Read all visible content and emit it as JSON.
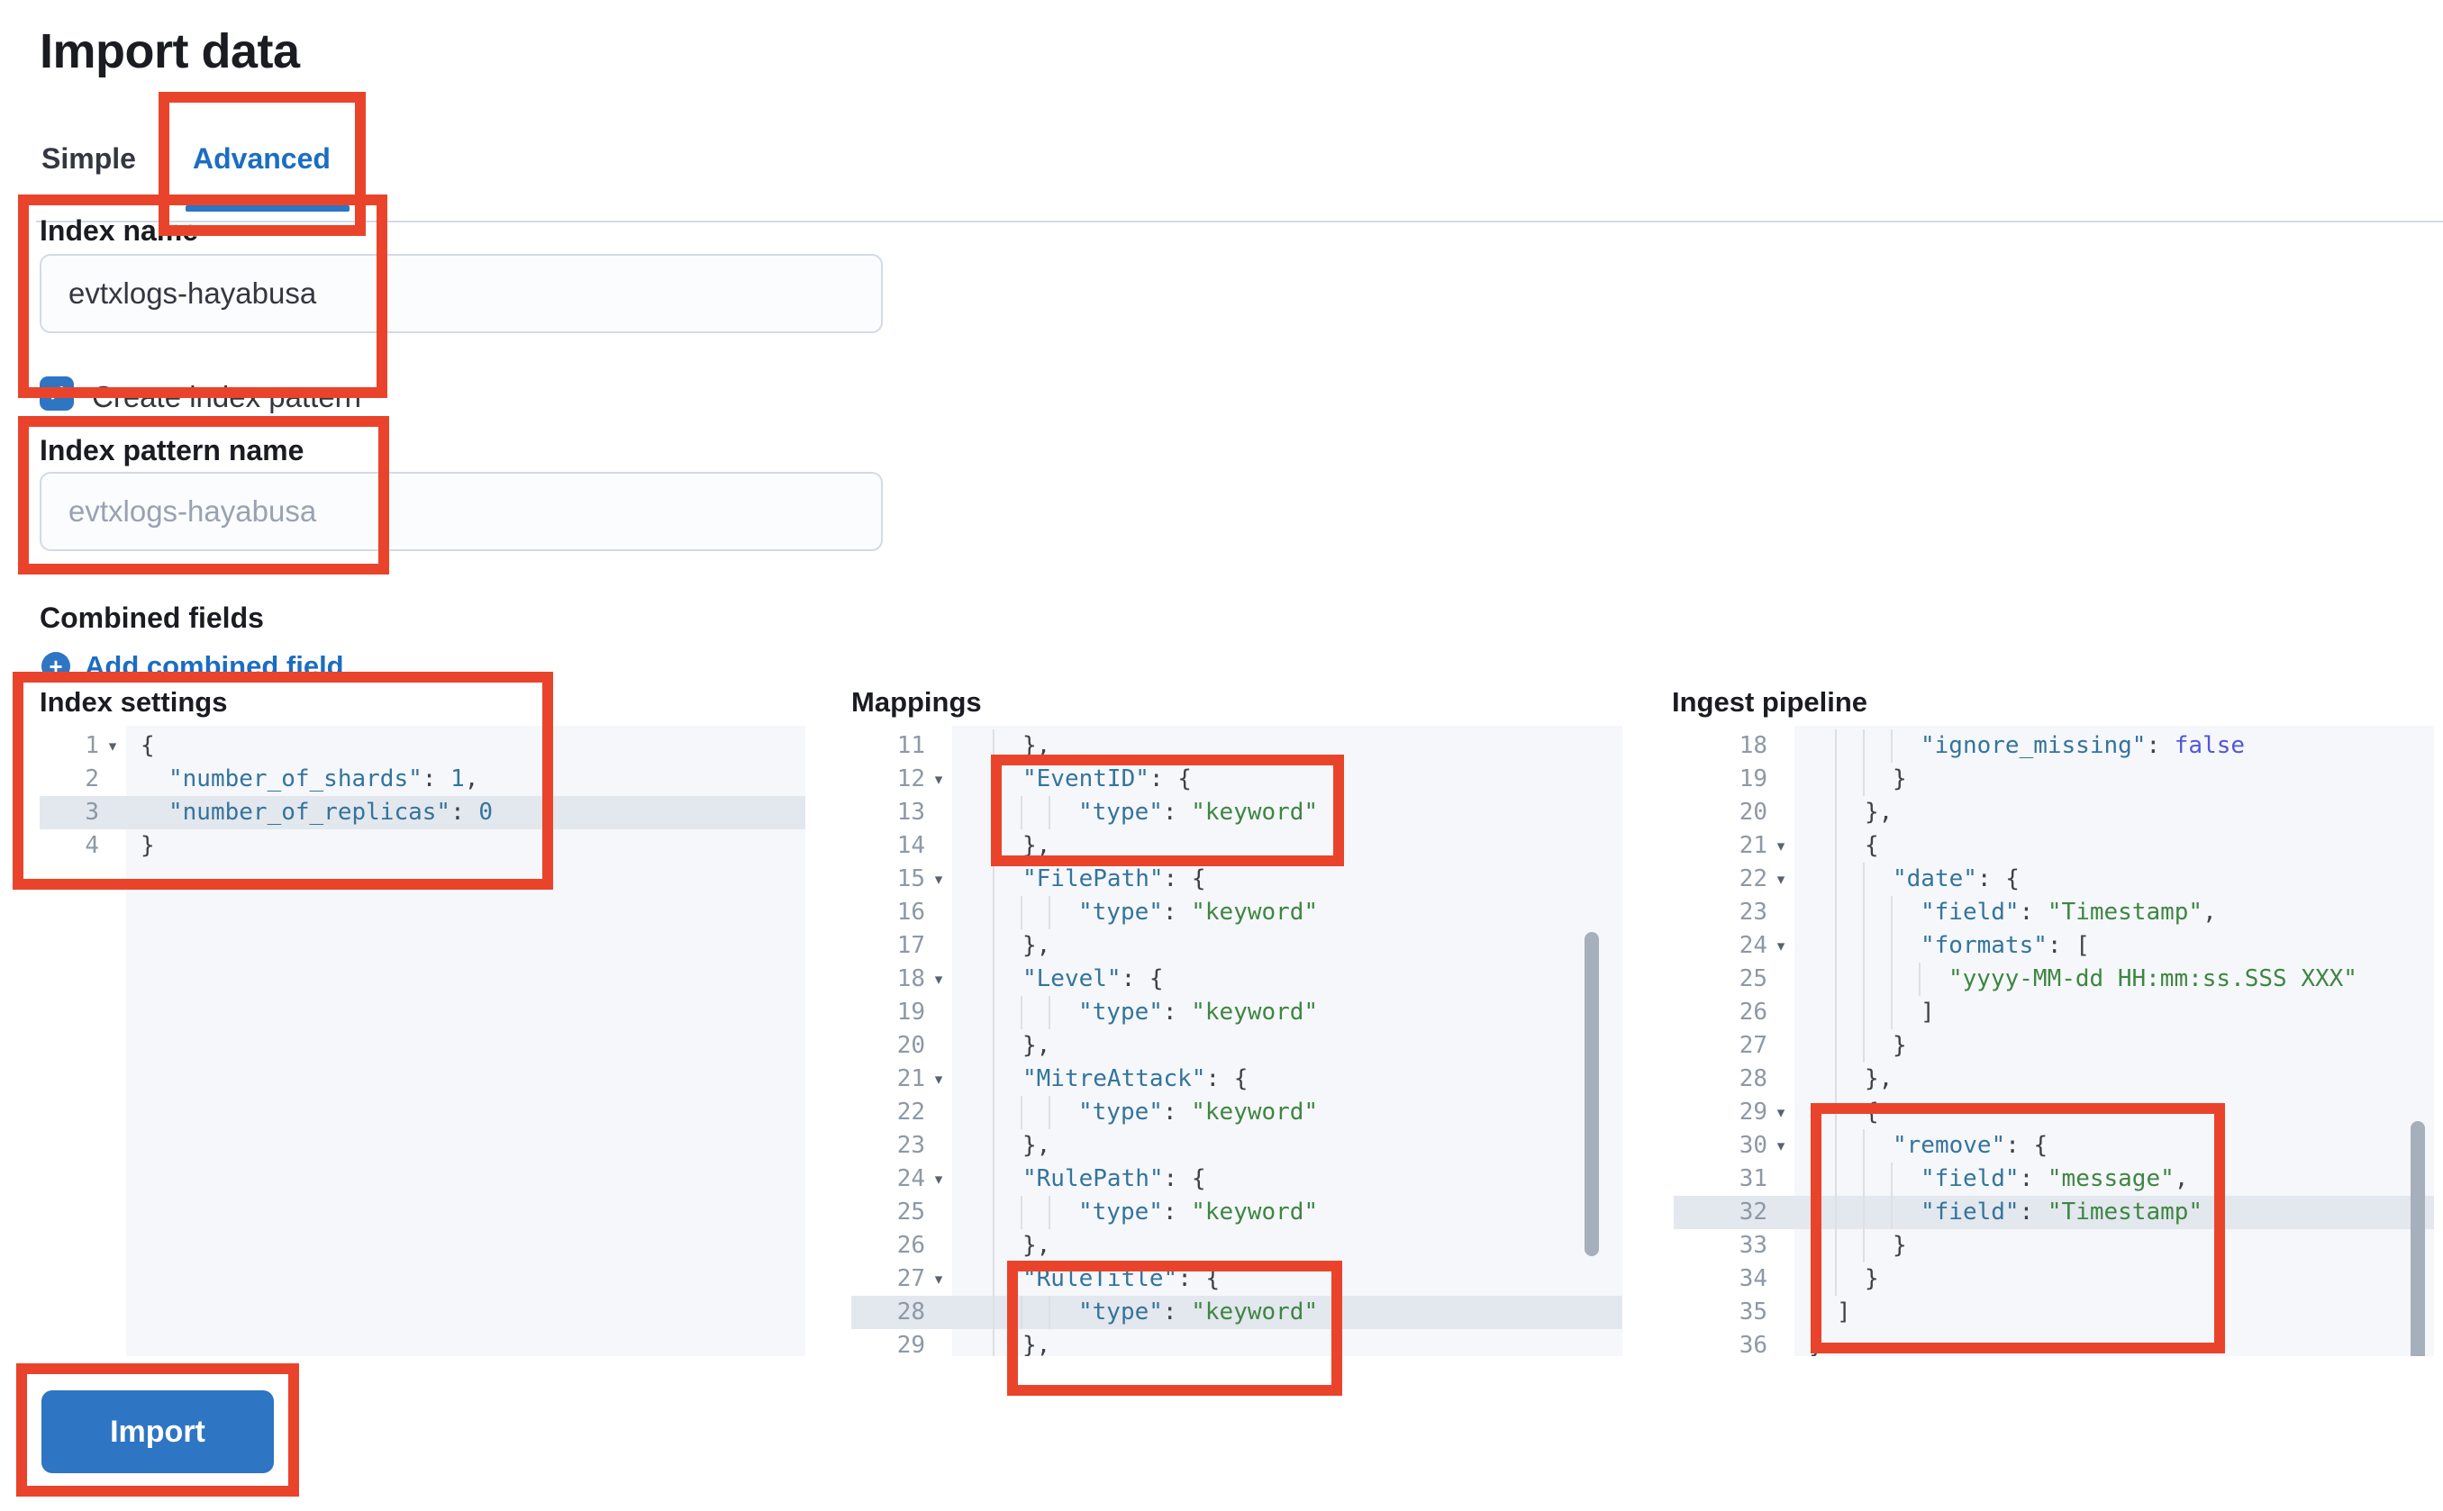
{
  "page": {
    "title": "Import data"
  },
  "tabs": {
    "simple": "Simple",
    "advanced": "Advanced"
  },
  "form": {
    "index_name": {
      "label": "Index name",
      "value": "evtxlogs-hayabusa"
    },
    "create_index_pattern": {
      "label": "Create index pattern",
      "checked": true
    },
    "index_pattern_name": {
      "label": "Index pattern name",
      "placeholder": "evtxlogs-hayabusa"
    },
    "combined_fields": {
      "label": "Combined fields",
      "add_link": "Add combined field"
    }
  },
  "icons": {
    "check": "✓",
    "plus": "+",
    "fold": "▾"
  },
  "import_button": {
    "label": "Import"
  },
  "colors": {
    "annotation_red": "#e9442b",
    "accent_blue": "#2e75c3",
    "link_blue": "#1c6dc2",
    "editor_bg": "#f5f7fa",
    "row_highlight": "#e3e7ee",
    "json_key": "#34749c",
    "json_string": "#3f8642",
    "json_bool": "#5257d9"
  },
  "editors": {
    "index_settings": {
      "label": "Index settings",
      "lines": [
        {
          "n": 1,
          "f": true,
          "i": 0,
          "tk": [
            [
              "{",
              "p"
            ]
          ]
        },
        {
          "n": 2,
          "i": 1,
          "tk": [
            [
              "\"number_of_shards\"",
              "k"
            ],
            [
              ": ",
              "p"
            ],
            [
              "1",
              "n"
            ],
            [
              ",",
              "p"
            ]
          ]
        },
        {
          "n": 3,
          "i": 1,
          "h": true,
          "tk": [
            [
              "\"number_of_replicas\"",
              "k"
            ],
            [
              ": ",
              "p"
            ],
            [
              "0",
              "n"
            ]
          ]
        },
        {
          "n": 4,
          "i": 0,
          "tk": [
            [
              "}",
              "p"
            ]
          ]
        }
      ]
    },
    "mappings": {
      "label": "Mappings",
      "lines": [
        {
          "n": 11,
          "i": 2,
          "tk": [
            [
              "},",
              "p"
            ]
          ]
        },
        {
          "n": 12,
          "f": true,
          "i": 2,
          "tk": [
            [
              "\"EventID\"",
              "k"
            ],
            [
              ": {",
              "p"
            ]
          ]
        },
        {
          "n": 13,
          "i": 4,
          "tk": [
            [
              "\"type\"",
              "k"
            ],
            [
              ": ",
              "p"
            ],
            [
              "\"keyword\"",
              "s"
            ]
          ]
        },
        {
          "n": 14,
          "i": 2,
          "tk": [
            [
              "},",
              "p"
            ]
          ]
        },
        {
          "n": 15,
          "f": true,
          "i": 2,
          "tk": [
            [
              "\"FilePath\"",
              "k"
            ],
            [
              ": {",
              "p"
            ]
          ]
        },
        {
          "n": 16,
          "i": 4,
          "tk": [
            [
              "\"type\"",
              "k"
            ],
            [
              ": ",
              "p"
            ],
            [
              "\"keyword\"",
              "s"
            ]
          ]
        },
        {
          "n": 17,
          "i": 2,
          "tk": [
            [
              "},",
              "p"
            ]
          ]
        },
        {
          "n": 18,
          "f": true,
          "i": 2,
          "tk": [
            [
              "\"Level\"",
              "k"
            ],
            [
              ": {",
              "p"
            ]
          ]
        },
        {
          "n": 19,
          "i": 4,
          "tk": [
            [
              "\"type\"",
              "k"
            ],
            [
              ": ",
              "p"
            ],
            [
              "\"keyword\"",
              "s"
            ]
          ]
        },
        {
          "n": 20,
          "i": 2,
          "tk": [
            [
              "},",
              "p"
            ]
          ]
        },
        {
          "n": 21,
          "f": true,
          "i": 2,
          "tk": [
            [
              "\"MitreAttack\"",
              "k"
            ],
            [
              ": {",
              "p"
            ]
          ]
        },
        {
          "n": 22,
          "i": 4,
          "tk": [
            [
              "\"type\"",
              "k"
            ],
            [
              ": ",
              "p"
            ],
            [
              "\"keyword\"",
              "s"
            ]
          ]
        },
        {
          "n": 23,
          "i": 2,
          "tk": [
            [
              "},",
              "p"
            ]
          ]
        },
        {
          "n": 24,
          "f": true,
          "i": 2,
          "tk": [
            [
              "\"RulePath\"",
              "k"
            ],
            [
              ": {",
              "p"
            ]
          ]
        },
        {
          "n": 25,
          "i": 4,
          "tk": [
            [
              "\"type\"",
              "k"
            ],
            [
              ": ",
              "p"
            ],
            [
              "\"keyword\"",
              "s"
            ]
          ]
        },
        {
          "n": 26,
          "i": 2,
          "tk": [
            [
              "},",
              "p"
            ]
          ]
        },
        {
          "n": 27,
          "f": true,
          "i": 2,
          "tk": [
            [
              "\"RuleTitle\"",
              "k"
            ],
            [
              ": {",
              "p"
            ]
          ]
        },
        {
          "n": 28,
          "i": 4,
          "h": true,
          "tk": [
            [
              "\"type\"",
              "k"
            ],
            [
              ": ",
              "p"
            ],
            [
              "\"keyword\"",
              "s"
            ]
          ]
        },
        {
          "n": 29,
          "i": 2,
          "tk": [
            [
              "},",
              "p"
            ]
          ]
        }
      ]
    },
    "ingest_pipeline": {
      "label": "Ingest pipeline",
      "lines": [
        {
          "n": 18,
          "i": 4,
          "tk": [
            [
              "\"ignore_missing\"",
              "k"
            ],
            [
              ": ",
              "p"
            ],
            [
              "false",
              "b"
            ]
          ]
        },
        {
          "n": 19,
          "i": 3,
          "tk": [
            [
              "}",
              "p"
            ]
          ]
        },
        {
          "n": 20,
          "i": 2,
          "tk": [
            [
              "},",
              "p"
            ]
          ]
        },
        {
          "n": 21,
          "f": true,
          "i": 2,
          "tk": [
            [
              "{",
              "p"
            ]
          ]
        },
        {
          "n": 22,
          "f": true,
          "i": 3,
          "tk": [
            [
              "\"date\"",
              "k"
            ],
            [
              ": {",
              "p"
            ]
          ]
        },
        {
          "n": 23,
          "i": 4,
          "tk": [
            [
              "\"field\"",
              "k"
            ],
            [
              ": ",
              "p"
            ],
            [
              "\"Timestamp\"",
              "s"
            ],
            [
              ",",
              "p"
            ]
          ]
        },
        {
          "n": 24,
          "f": true,
          "i": 4,
          "tk": [
            [
              "\"formats\"",
              "k"
            ],
            [
              ": [",
              "p"
            ]
          ]
        },
        {
          "n": 25,
          "i": 5,
          "tk": [
            [
              "\"yyyy-MM-dd HH:mm:ss.SSS XXX\"",
              "s"
            ]
          ]
        },
        {
          "n": 26,
          "i": 4,
          "tk": [
            [
              "]",
              "p"
            ]
          ]
        },
        {
          "n": 27,
          "i": 3,
          "tk": [
            [
              "}",
              "p"
            ]
          ]
        },
        {
          "n": 28,
          "i": 2,
          "tk": [
            [
              "},",
              "p"
            ]
          ]
        },
        {
          "n": 29,
          "f": true,
          "i": 2,
          "tk": [
            [
              "{",
              "p"
            ]
          ]
        },
        {
          "n": 30,
          "f": true,
          "i": 3,
          "tk": [
            [
              "\"remove\"",
              "k"
            ],
            [
              ": {",
              "p"
            ]
          ]
        },
        {
          "n": 31,
          "i": 4,
          "tk": [
            [
              "\"field\"",
              "k"
            ],
            [
              ": ",
              "p"
            ],
            [
              "\"message\"",
              "s"
            ],
            [
              ",",
              "p"
            ]
          ]
        },
        {
          "n": 32,
          "i": 4,
          "h": true,
          "tk": [
            [
              "\"field\"",
              "k"
            ],
            [
              ": ",
              "p"
            ],
            [
              "\"Timestamp\"",
              "s"
            ]
          ]
        },
        {
          "n": 33,
          "i": 3,
          "tk": [
            [
              "}",
              "p"
            ]
          ]
        },
        {
          "n": 34,
          "i": 2,
          "tk": [
            [
              "}",
              "p"
            ]
          ]
        },
        {
          "n": 35,
          "i": 1,
          "tk": [
            [
              "]",
              "p"
            ]
          ]
        },
        {
          "n": 36,
          "i": 0,
          "tk": [
            [
              "}",
              "p"
            ]
          ]
        }
      ]
    }
  }
}
